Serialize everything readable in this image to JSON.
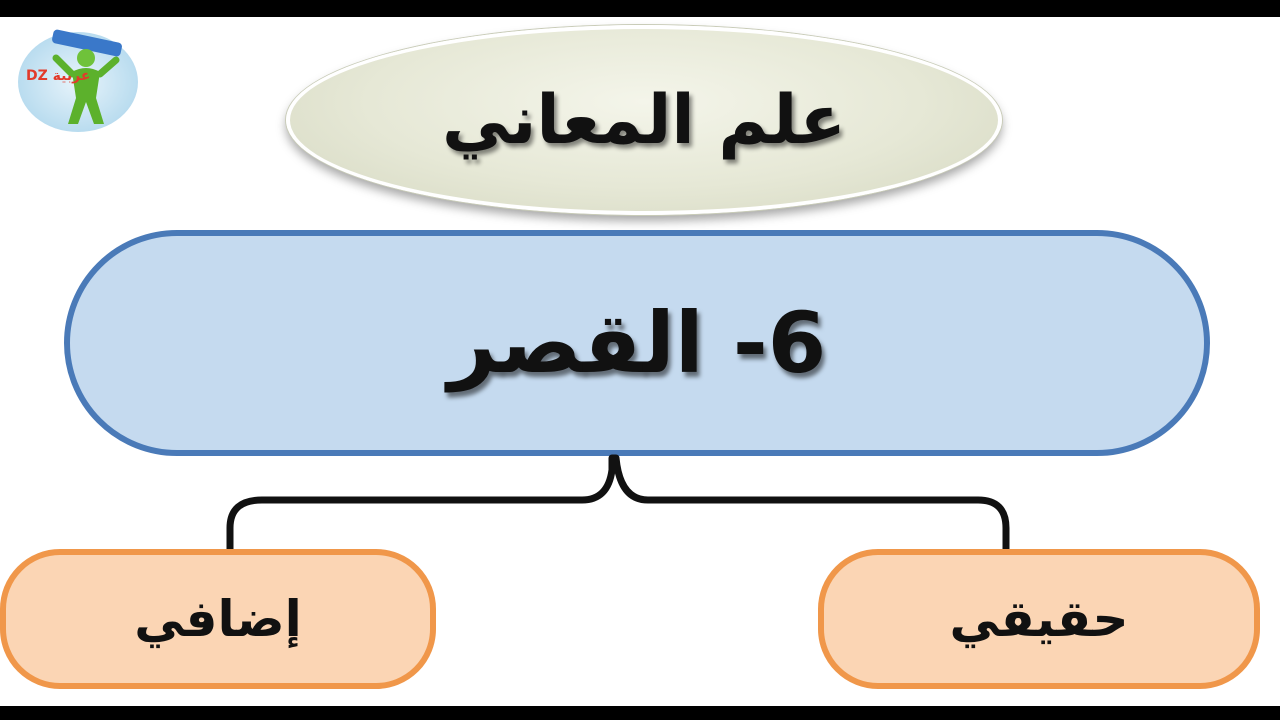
{
  "title": "علم المعاني",
  "main_topic": "6- القصر",
  "branches": {
    "left": "إضافي",
    "right": "حقيقي"
  },
  "logo": {
    "text": "DZ عربية",
    "icon": "figure-logo-icon"
  },
  "colors": {
    "title_fill": "#e6e8d6",
    "main_fill": "#c5daef",
    "main_border": "#4a7ab8",
    "branch_fill": "#fbd5b4",
    "branch_border": "#f0974a",
    "connector": "#111111"
  }
}
